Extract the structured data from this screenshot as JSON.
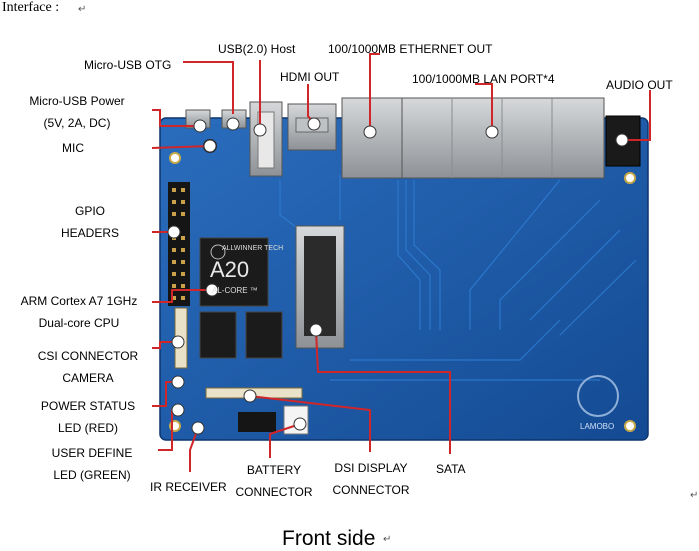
{
  "header": {
    "title": "Interface :"
  },
  "footer": {
    "caption": "Front side"
  },
  "board": {
    "chip_brand": "ALLWINNER TECH",
    "chip_model": "A20",
    "chip_sub": "AL-CORE ™",
    "logo_text": "LAMOBO"
  },
  "labels": {
    "usb_host": "USB(2.0) Host",
    "ethernet": "100/1000MB ETHERNET OUT",
    "micro_usb_otg": "Micro-USB OTG",
    "hdmi": "HDMI OUT",
    "lan": "100/1000MB LAN PORT*4",
    "audio": "AUDIO OUT",
    "micro_usb_power_1": "Micro-USB Power",
    "micro_usb_power_2": "(5V, 2A, DC)",
    "mic": "MIC",
    "gpio_1": "GPIO",
    "gpio_2": "HEADERS",
    "arm_1": "ARM Cortex A7 1GHz",
    "arm_2": "Dual-core CPU",
    "csi_1": "CSI CONNECTOR",
    "csi_2": "CAMERA",
    "power_led_1": "POWER STATUS",
    "power_led_2": "LED (RED)",
    "user_led_1": "USER DEFINE",
    "user_led_2": "LED (GREEN)",
    "ir": "IR RECEIVER",
    "battery_1": "BATTERY",
    "battery_2": "CONNECTOR",
    "dsi_1": "DSI DISPLAY",
    "dsi_2": "CONNECTOR",
    "sata": "SATA"
  },
  "colors": {
    "board": "#1c5aa6",
    "callout": "#d0262a",
    "port": "#b9bcc0"
  }
}
